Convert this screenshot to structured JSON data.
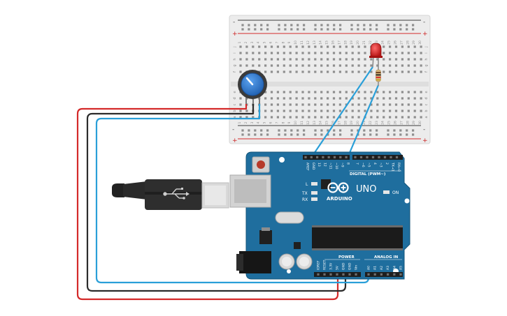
{
  "breadboard": {
    "plus": "+",
    "minus": "-",
    "row_letters_top": [
      "j",
      "i",
      "h",
      "g",
      "f"
    ],
    "row_letters_bottom": [
      "e",
      "d",
      "c",
      "b",
      "a"
    ],
    "column_numbers": [
      "1",
      "2",
      "3",
      "4",
      "5",
      "6",
      "7",
      "8",
      "9",
      "10",
      "11",
      "12",
      "13",
      "14",
      "15",
      "16",
      "17",
      "18",
      "19",
      "20",
      "21",
      "22",
      "23",
      "24",
      "25",
      "26",
      "27",
      "28",
      "29",
      "30"
    ]
  },
  "arduino": {
    "brand": "ARDUINO",
    "model": "UNO",
    "on_label": "ON",
    "led_l": "L",
    "led_tx": "TX",
    "led_rx": "RX",
    "digital_label": "DIGITAL (PWM~)",
    "power_label": "POWER",
    "analog_label": "ANALOG IN",
    "top_pins": [
      "AREF",
      "GND",
      "13",
      "12",
      "~11",
      "~10",
      "~9",
      "8",
      "7",
      "~6",
      "~5",
      "4",
      "~3",
      "2",
      "TX→1",
      "RX←0"
    ],
    "power_pins": [
      "IOREF",
      "RESET",
      "3.3V",
      "5V",
      "GND",
      "GND",
      "Vin"
    ],
    "analog_pins": [
      "A0",
      "A1",
      "A2",
      "A3",
      "A4",
      "A5"
    ]
  },
  "colors": {
    "board_blue": "#1f6e9e",
    "breadboard": "#ececec",
    "wire_red": "#d42a2a",
    "wire_black": "#2b2b2b",
    "wire_blue": "#2a9fd8",
    "led_red": "#c81e1e",
    "pot_blue": "#2e7bd6"
  }
}
